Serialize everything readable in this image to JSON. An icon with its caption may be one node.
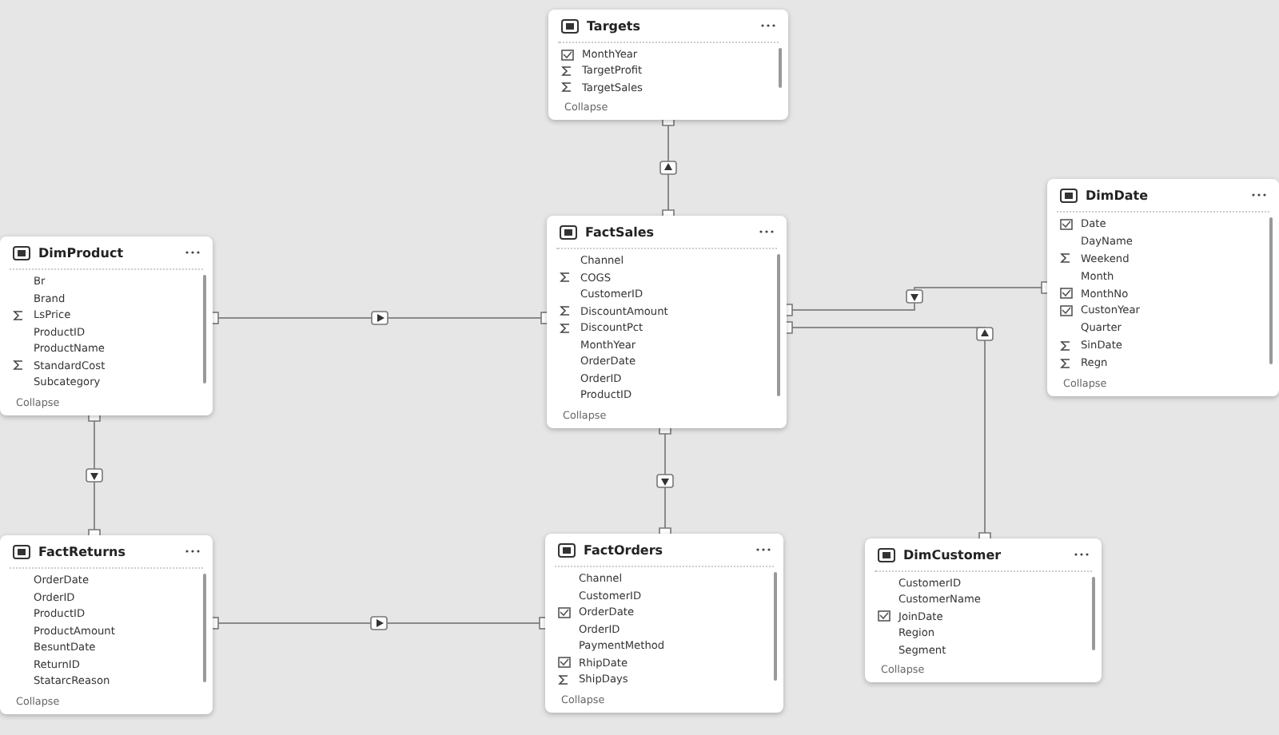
{
  "diagram": {
    "nodes": [
      {
        "text": [
          "Targets",
          "MonthYear",
          "TargetProfit",
          "TargetSales",
          "Collapse"
        ]
      },
      {
        "text": [
          "DimProduct",
          "Br",
          "Brand",
          "LsPrice",
          "ProductID",
          "ProductName",
          "StandardCost",
          "Subcategory",
          "Collapse"
        ]
      },
      {
        "text": [
          "FactSales",
          "Channel",
          "COGS",
          "CustomerID",
          "DiscountAmount",
          "DiscountPct",
          "MonthYear",
          "OrderDate",
          "OrderID",
          "ProductID",
          "Collapse"
        ]
      },
      {
        "text": [
          "DimDate",
          "Date",
          "DayName",
          "Weekend",
          "Month",
          "MonthNo",
          "CustonYear",
          "Quarter",
          "SinDate",
          "Regn",
          "Collapse"
        ]
      },
      {
        "text": [
          "FactReturns",
          "OrderDate",
          "OrderID",
          "ProductID",
          "ProductAmount",
          "BesuntDate",
          "ReturnID",
          "StatarcReason",
          "Collapse"
        ]
      },
      {
        "text": [
          "FactOrders",
          "Channel",
          "CustomerID",
          "OrderDate",
          "OrderID",
          "PaymentMethod",
          "RhipDate",
          "ShipDays",
          "Collapse"
        ]
      },
      {
        "text": [
          "DimCustomer",
          "CustomerID",
          "CustomerName",
          "JoinDate",
          "Region",
          "Segment",
          "Collapse"
        ]
      }
    ],
    "edges": [
      {
        "from": 2,
        "to": 0,
        "arrow": "to"
      },
      {
        "from": 1,
        "to": 2,
        "arrow": "to"
      },
      {
        "from": 1,
        "to": 4,
        "arrow": "to"
      },
      {
        "from": 4,
        "to": 5,
        "arrow": "to"
      },
      {
        "from": 2,
        "to": 5,
        "arrow": "to"
      },
      {
        "from": 3,
        "to": 2,
        "arrow": "to"
      },
      {
        "from": 6,
        "to": 2,
        "arrow": "to"
      }
    ]
  }
}
